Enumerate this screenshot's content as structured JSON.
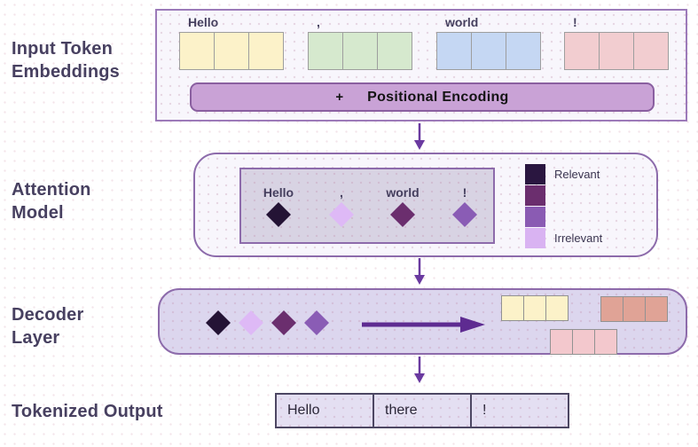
{
  "sections": {
    "input_title": "Input Token\nEmbeddings",
    "attention_title": "Attention\nModel",
    "decoder_title": "Decoder\nLayer",
    "output_title": "Tokenized Output"
  },
  "input_section": {
    "tokens": [
      {
        "label": "Hello",
        "color": "#fcf2c9"
      },
      {
        "label": ",",
        "color": "#d6e9ce"
      },
      {
        "label": "world",
        "color": "#c5d7f3"
      },
      {
        "label": "!",
        "color": "#f2cdd0"
      }
    ],
    "positional_plus": "+",
    "positional_label": "Positional Encoding",
    "bar_color": "#c9a2d6"
  },
  "attention_section": {
    "tokens": [
      {
        "label": "Hello",
        "diamond_color": "#241335"
      },
      {
        "label": ",",
        "diamond_color": "#deb9f6"
      },
      {
        "label": "world",
        "diamond_color": "#6b2e6e"
      },
      {
        "label": "!",
        "diamond_color": "#8a5cb5"
      }
    ],
    "legend": {
      "swatches": [
        "#2a1640",
        "#6b2e6e",
        "#8a5bb3",
        "#d9b3f2"
      ],
      "top_label": "Relevant",
      "bottom_label": "Irrelevant"
    }
  },
  "decoder_section": {
    "diamonds": [
      "#241335",
      "#deb9f6",
      "#6b2e6e",
      "#8a5cb5"
    ],
    "blocks": [
      {
        "name": "yellow-block",
        "color": "#fcf2c9"
      },
      {
        "name": "salmon-block",
        "color": "#e0a396"
      },
      {
        "name": "pink-block",
        "color": "#f3c8cd"
      }
    ]
  },
  "output_section": {
    "cells": [
      "Hello",
      "there",
      "!"
    ]
  },
  "colors": {
    "flow_arrow": "#6a3aa0",
    "decoder_arrow": "#5e2b91",
    "heading_text": "#474060"
  }
}
